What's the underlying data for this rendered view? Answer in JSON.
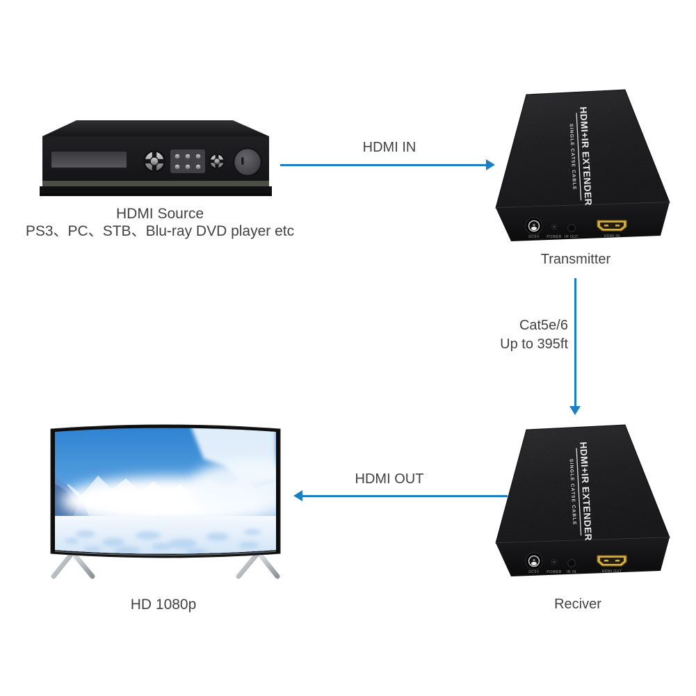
{
  "devices": {
    "source": {
      "label_title": "HDMI Source",
      "label_subtitle": "PS3、PC、STB、Blu-ray DVD player etc"
    },
    "transmitter": {
      "label": "Transmitter",
      "case_title": "HDMI+IR EXTENDER",
      "case_subtitle": "SINGLE CAT5E CABLE",
      "ports": {
        "dc": "DC5V",
        "power": "POWER",
        "ir": "IR OUT",
        "hdmi": "HDMI IN"
      }
    },
    "receiver": {
      "label": "Reciver",
      "case_title": "HDMI+IR EXTENDER",
      "case_subtitle": "SINGLE CAT5E CABLE",
      "ports": {
        "dc": "DC5V",
        "power": "POWER",
        "ir": "IR IN",
        "hdmi": "HDMI OUT"
      }
    },
    "tv": {
      "label": "HD 1080p"
    }
  },
  "connections": {
    "hdmi_in": {
      "label": "HDMI IN"
    },
    "cat5": {
      "label_line1": "Cat5e/6",
      "label_line2": "Up to 395ft"
    },
    "hdmi_out": {
      "label": "HDMI OUT"
    }
  },
  "colors": {
    "arrow_blue": "#1b7fc4",
    "label_gray": "#414141",
    "device_black": "#1b1b1d",
    "hdmi_gold": "#d4af37",
    "tv_sky_blue": "#2e86d3"
  }
}
